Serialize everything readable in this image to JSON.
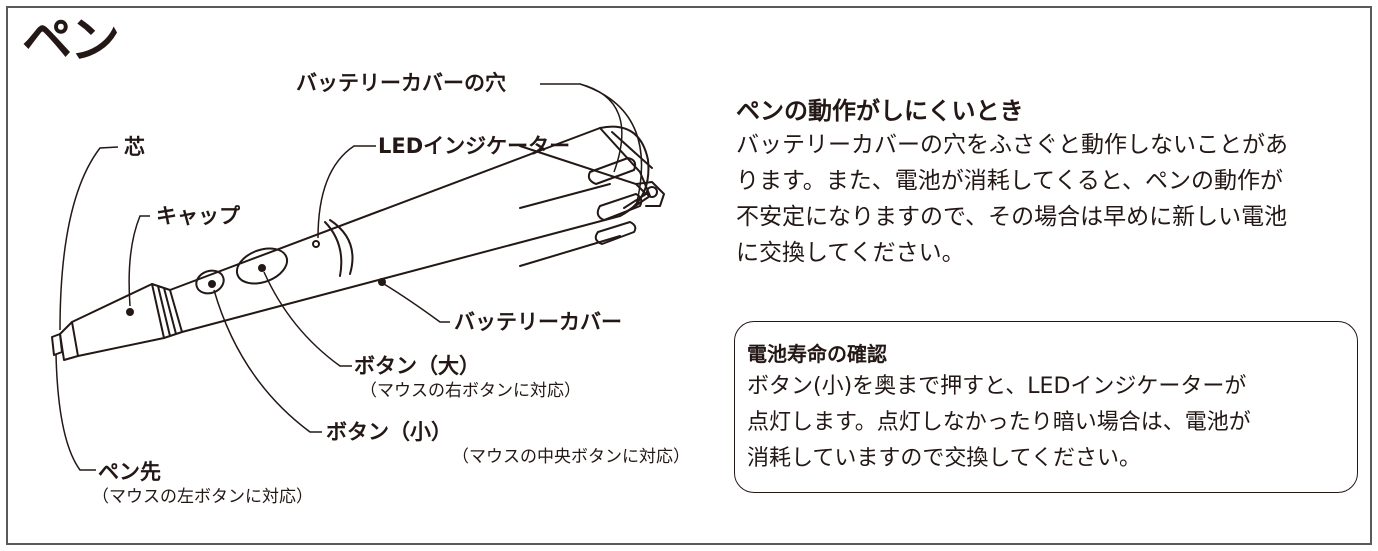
{
  "page": {
    "title": "ペン"
  },
  "diagram": {
    "labels": {
      "battery_holes": "バッテリーカバーの穴",
      "tip_core": "芯",
      "led_indicator": "LEDインジケーター",
      "cap": "キャップ",
      "battery_cover": "バッテリーカバー",
      "button_large": "ボタン（大）",
      "button_large_note": "（マウスの右ボタンに対応）",
      "button_small": "ボタン（小）",
      "button_small_note": "（マウスの中央ボタンに対応）",
      "pen_tip": "ペン先",
      "pen_tip_note": "（マウスの左ボタンに対応）"
    }
  },
  "trouble": {
    "heading": "ペンの動作がしにくいとき",
    "lines": [
      "バッテリーカバーの穴をふさぐと動作しないことがあ",
      "ります。また、電池が消耗してくると、ペンの動作が",
      "不安定になりますので、その場合は早めに新しい電池",
      "に交換してください。"
    ]
  },
  "battery_check": {
    "heading": "電池寿命の確認",
    "lines": [
      "ボタン(小)を奥まで押すと、LEDインジケーターが",
      "点灯します。点灯しなかったり暗い場合は、電池が",
      "消耗していますので交換してください。"
    ]
  }
}
